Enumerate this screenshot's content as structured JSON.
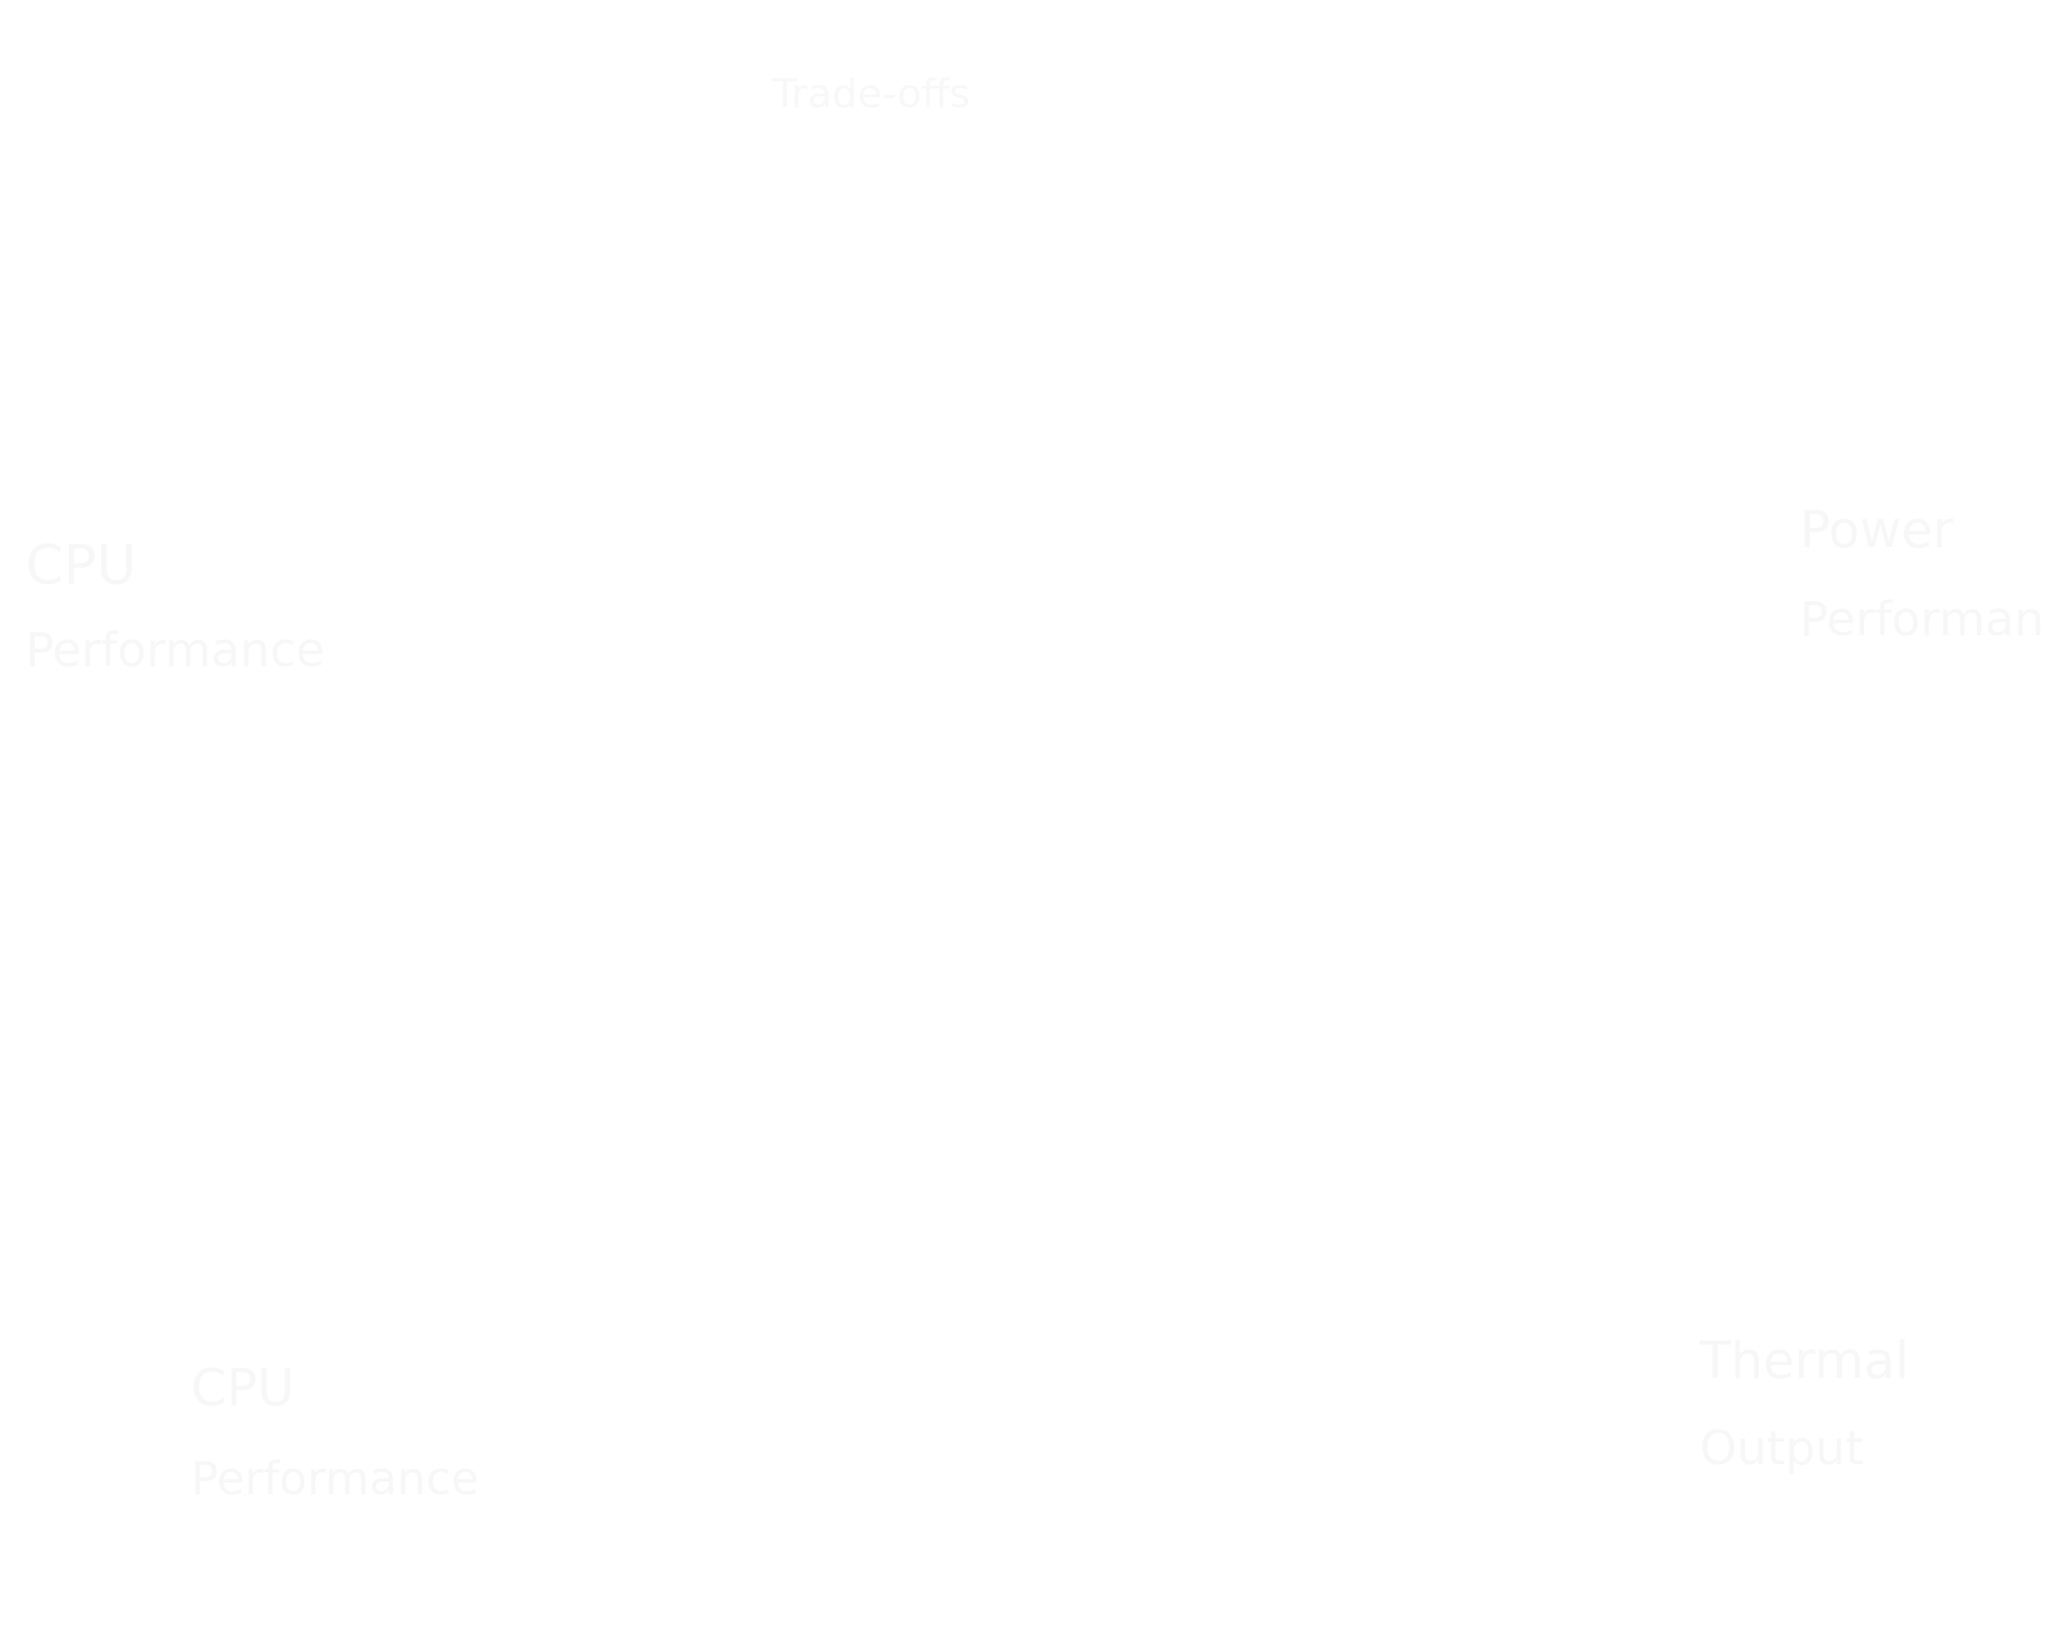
{
  "diagram": {
    "title": "Trade-offs",
    "nodes": [
      {
        "line1": "CPU",
        "line2": "Performance"
      },
      {
        "line1": "Power",
        "line2": "Performance"
      },
      {
        "line1": "CPU",
        "line2": "Performance"
      },
      {
        "line1": "Thermal",
        "line2": "Output"
      }
    ]
  },
  "colors": {
    "background": "#ffffff",
    "text": "#f8f8f8"
  }
}
